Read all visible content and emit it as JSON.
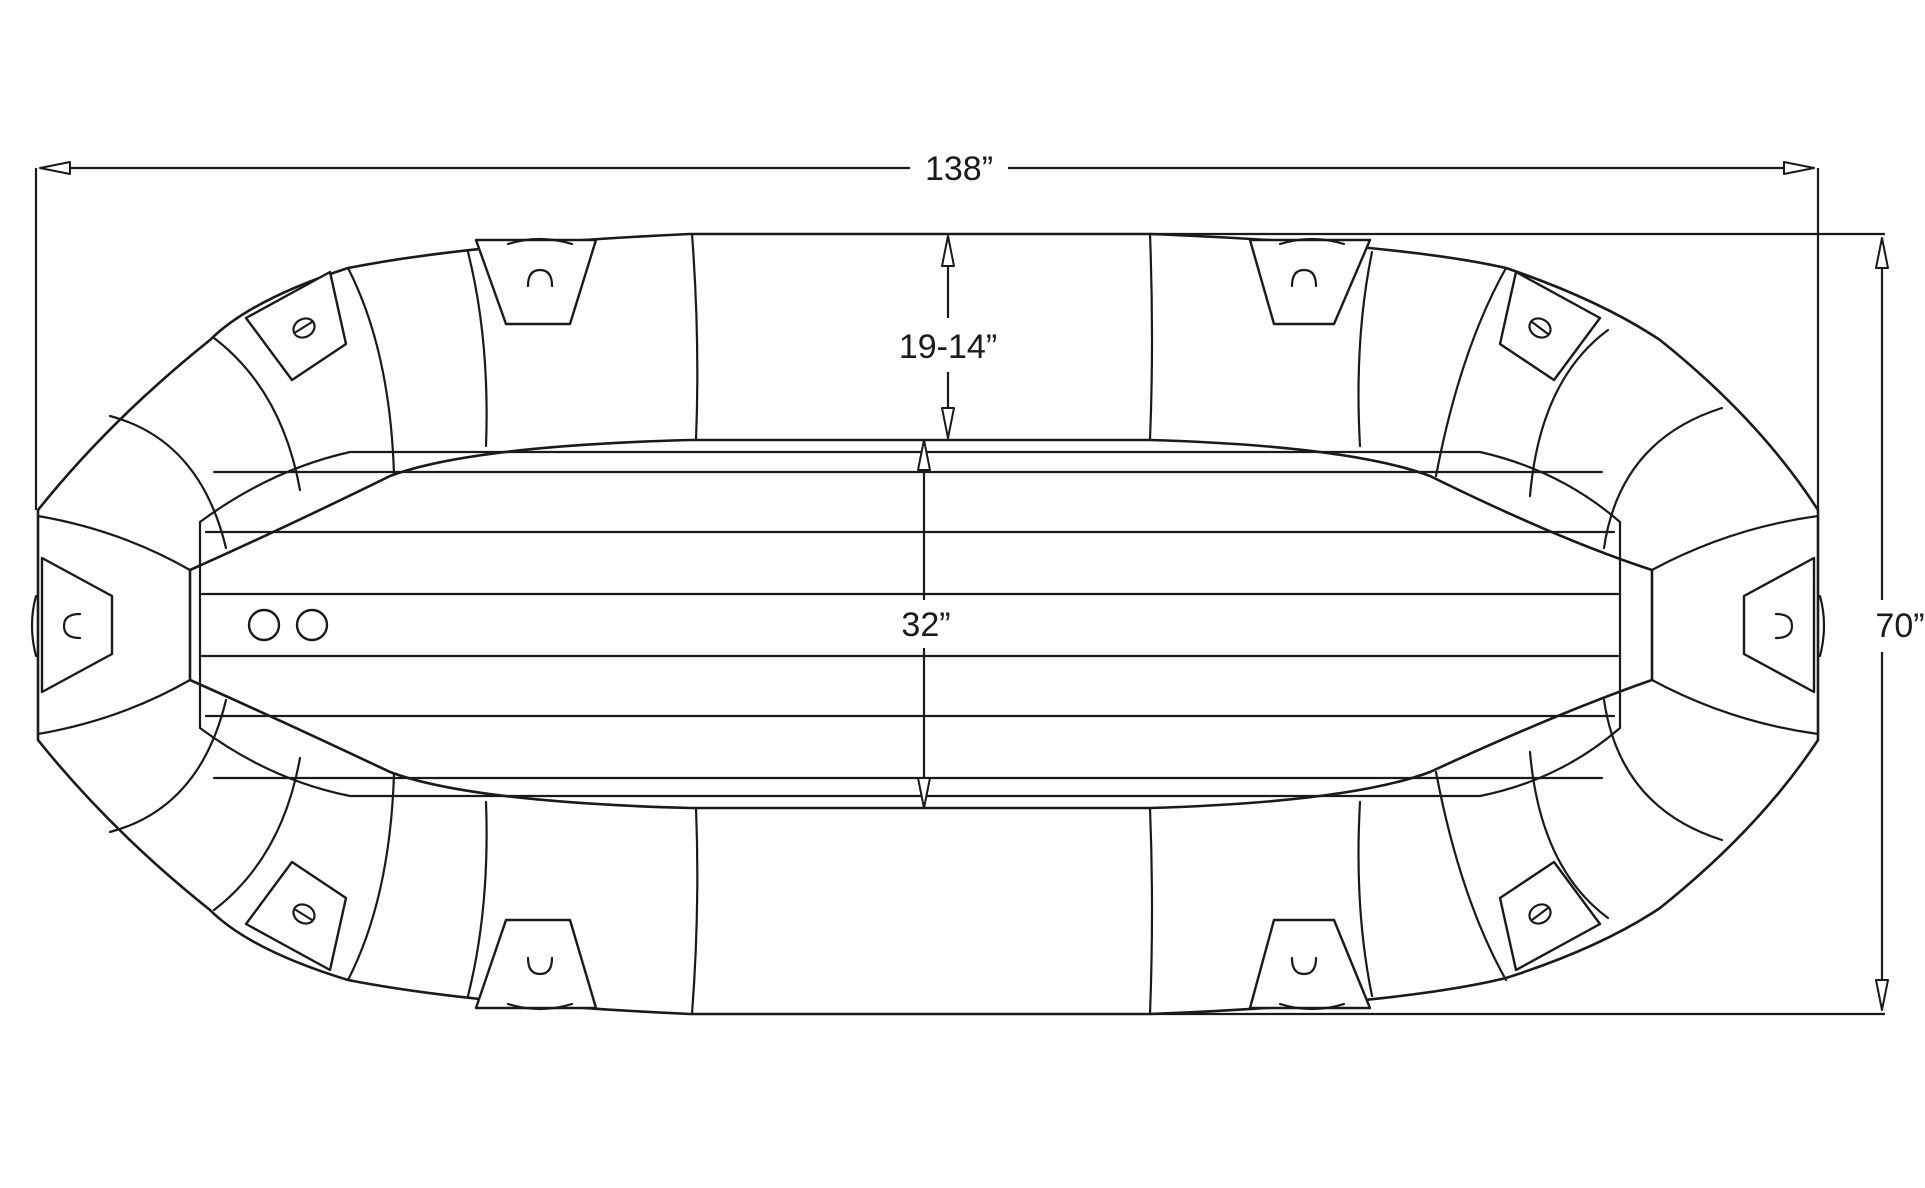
{
  "dimensions": {
    "overall_length": "138”",
    "overall_width": "70”",
    "tube_diameter": "19-14”",
    "inner_width": "32”"
  },
  "icons": {
    "handle": "d-ring-handle-icon",
    "d_ring": "d-ring-icon",
    "drain": "drain-hole-icon"
  }
}
